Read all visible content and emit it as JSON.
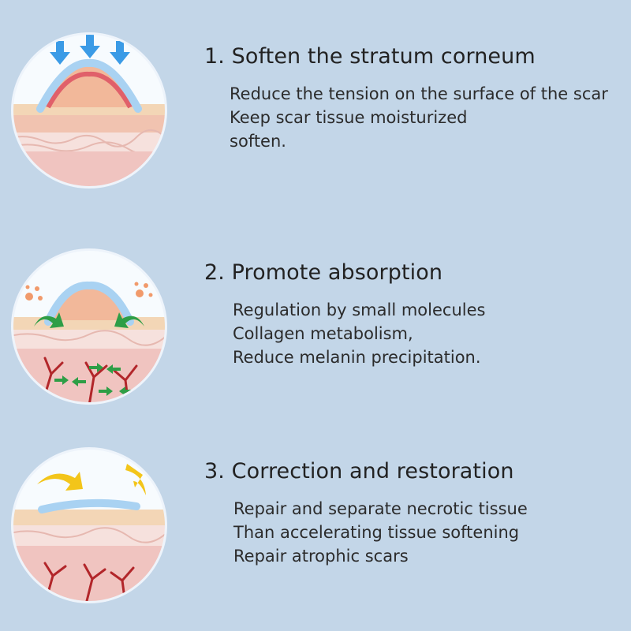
{
  "sections": [
    {
      "title": "1. Soften the stratum corneum",
      "lines": [
        "Reduce the tension on the surface of the scar",
        "Keep scar tissue moisturized",
        "soften."
      ],
      "icon": "skin-compression-icon"
    },
    {
      "title": "2. Promote absorption",
      "lines": [
        "Regulation by small molecules",
        "Collagen metabolism,",
        "Reduce melanin precipitation."
      ],
      "icon": "skin-absorption-icon"
    },
    {
      "title": "3. Correction and restoration",
      "lines": [
        "Repair and separate necrotic tissue",
        "Than accelerating tissue softening",
        "Repair atrophic scars"
      ],
      "icon": "skin-restoration-icon"
    }
  ],
  "colors": {
    "background": "#c3d6e8",
    "circle_ring": "#eef4fb",
    "gel_sheet": "#a9d2f2",
    "scar": "#f2b89a",
    "arrow_blue": "#3b9be6",
    "arrow_green": "#2e9e46",
    "arrow_yellow": "#f3c51a",
    "vessel": "#b2262a"
  }
}
